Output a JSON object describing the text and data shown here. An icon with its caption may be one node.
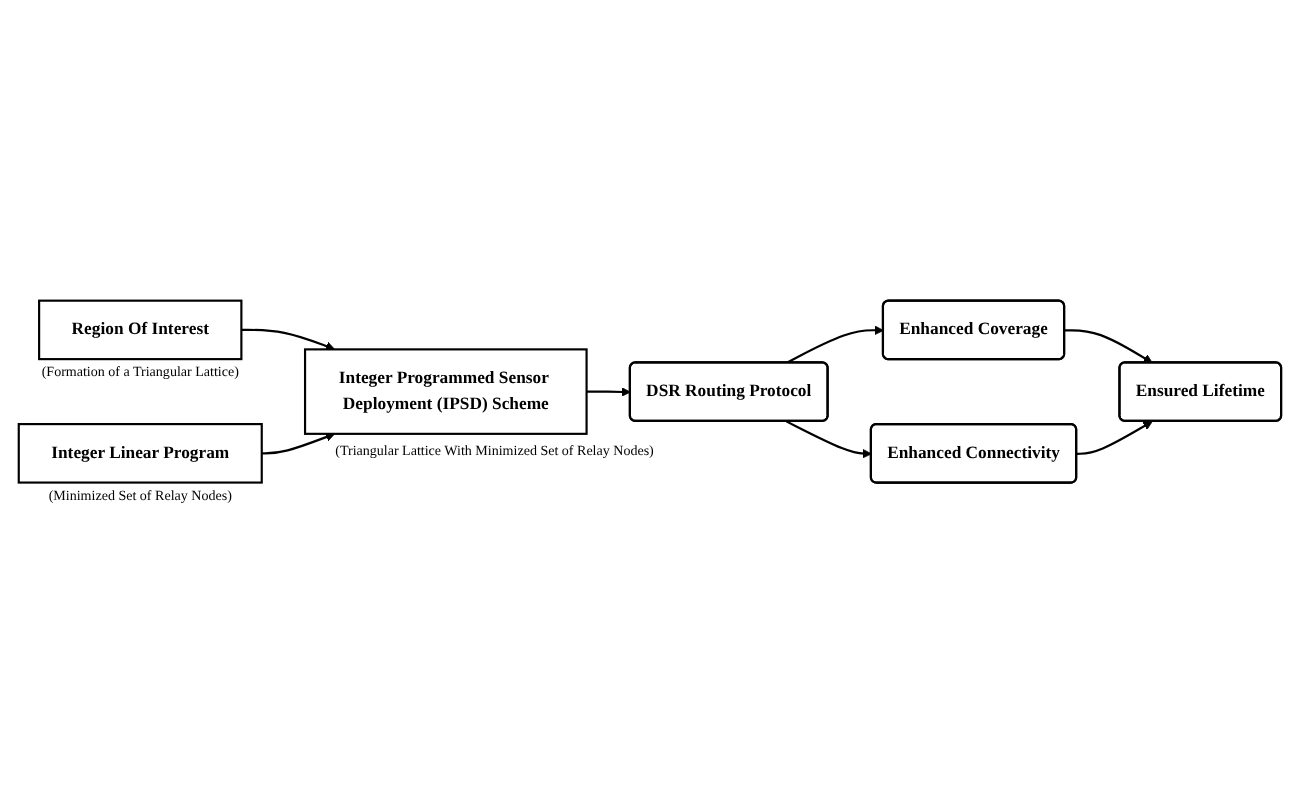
{
  "diagram": {
    "nodes": [
      {
        "text": [
          "Region Of Interest"
        ],
        "beside": [
          "(Formation of a Triangular Lattice)"
        ]
      },
      {
        "text": [
          "Integer Programmed Sensor Deployment (IPSD) Scheme"
        ],
        "beside": [
          "(Triangular Lattice With Minimized Set of Relay Nodes)"
        ]
      },
      {
        "text": [
          "Integer Linear Program"
        ],
        "beside": [
          "(Minimized Set of Relay Nodes)"
        ]
      },
      {
        "text": [
          "DSR Routing Protocol"
        ]
      },
      {
        "text": [
          "Enhanced Coverage"
        ]
      },
      {
        "text": [
          "Enhanced Connectivity"
        ]
      },
      {
        "text": [
          "Ensured Lifetime"
        ]
      }
    ],
    "edges": [
      {
        "from": 0,
        "to": 1,
        "arrow": "to"
      },
      {
        "from": 2,
        "to": 1,
        "arrow": "to"
      },
      {
        "from": 1,
        "to": 3,
        "arrow": "to"
      },
      {
        "from": 3,
        "to": 4,
        "arrow": "to"
      },
      {
        "from": 3,
        "to": 5,
        "arrow": "to"
      },
      {
        "from": 4,
        "to": 6,
        "arrow": "to"
      },
      {
        "from": 5,
        "to": 6,
        "arrow": "to"
      }
    ]
  }
}
